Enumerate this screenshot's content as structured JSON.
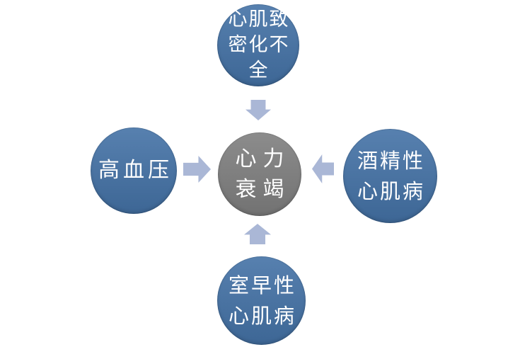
{
  "diagram": {
    "type": "radial-cause-diagram",
    "background": "#ffffff",
    "text_color": "#ffffff",
    "center": {
      "lines": [
        "心力",
        "衰竭"
      ],
      "fill": "#7f7f7f"
    },
    "causes": {
      "top": {
        "lines": [
          "心肌致",
          "密化不",
          "全"
        ],
        "fill": "#4472a6"
      },
      "left": {
        "lines": [
          "高血压"
        ],
        "fill": "#4472a6"
      },
      "right": {
        "lines": [
          "酒精性",
          "心肌病"
        ],
        "fill": "#4472a6"
      },
      "bottom": {
        "lines": [
          "室早性",
          "心肌病"
        ],
        "fill": "#4472a6"
      }
    },
    "arrows": {
      "fill": "#aab7d6",
      "items": [
        {
          "name": "arrow-top-to-center",
          "direction": "down"
        },
        {
          "name": "arrow-left-to-center",
          "direction": "right"
        },
        {
          "name": "arrow-right-to-center",
          "direction": "left"
        },
        {
          "name": "arrow-bottom-to-center",
          "direction": "up"
        }
      ]
    }
  }
}
